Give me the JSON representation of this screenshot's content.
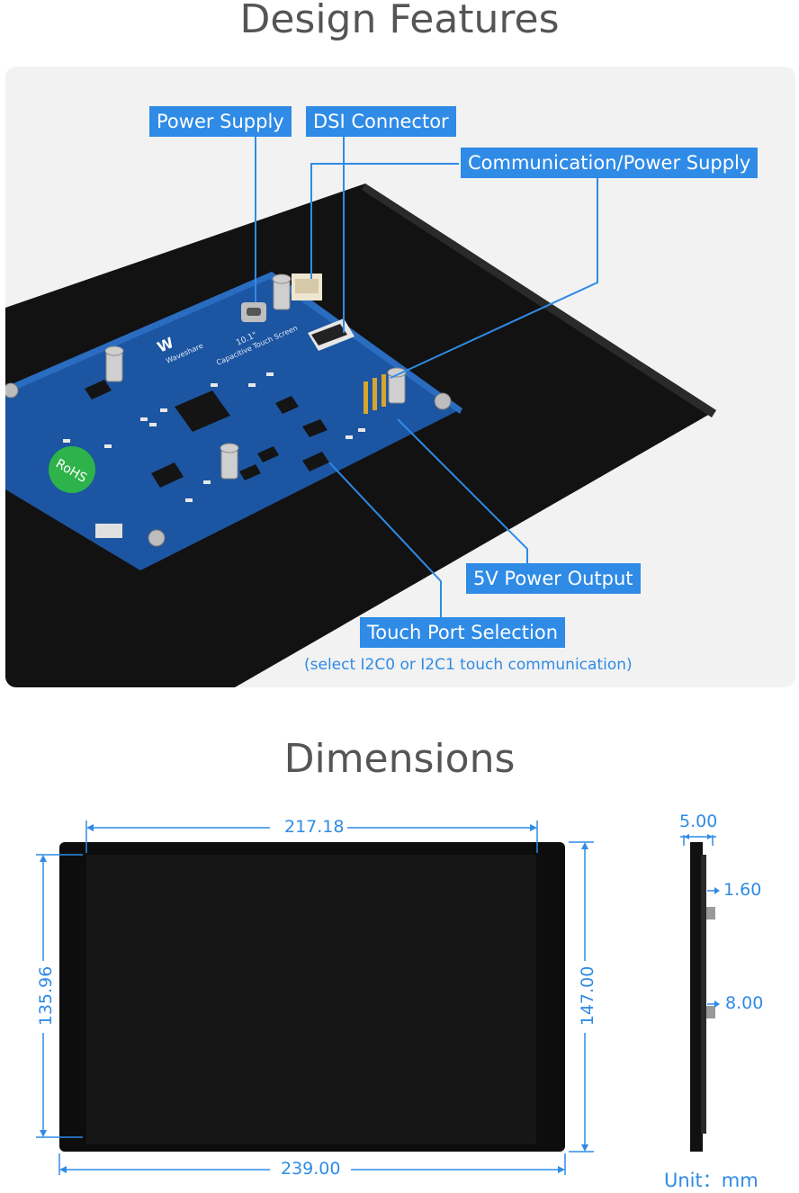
{
  "features": {
    "title": "Design Features",
    "callouts": {
      "power_supply": "Power Supply",
      "dsi_connector": "DSI Connector",
      "comm_power": "Communication/Power Supply",
      "power_output": "5V Power Output",
      "touch_port": "Touch Port Selection",
      "touch_port_note": "(select I2C0 or I2C1 touch communication)"
    },
    "board": {
      "brand": "Waveshare",
      "model": "10.1\"",
      "subtitle": "Capacitive Touch Screen",
      "rohs": "RoHS"
    }
  },
  "dimensions": {
    "title": "Dimensions",
    "front": {
      "width_active": "217.18",
      "height_active": "135.96",
      "height_outer": "147.00",
      "width_outer": "239.00"
    },
    "side": {
      "thickness": "5.00",
      "glass": "1.60",
      "standoff": "8.00"
    },
    "unit_label": "Unit：mm"
  },
  "colors": {
    "accent": "#2f8be6",
    "pcb": "#1e5aa8",
    "panel": "#111111"
  }
}
